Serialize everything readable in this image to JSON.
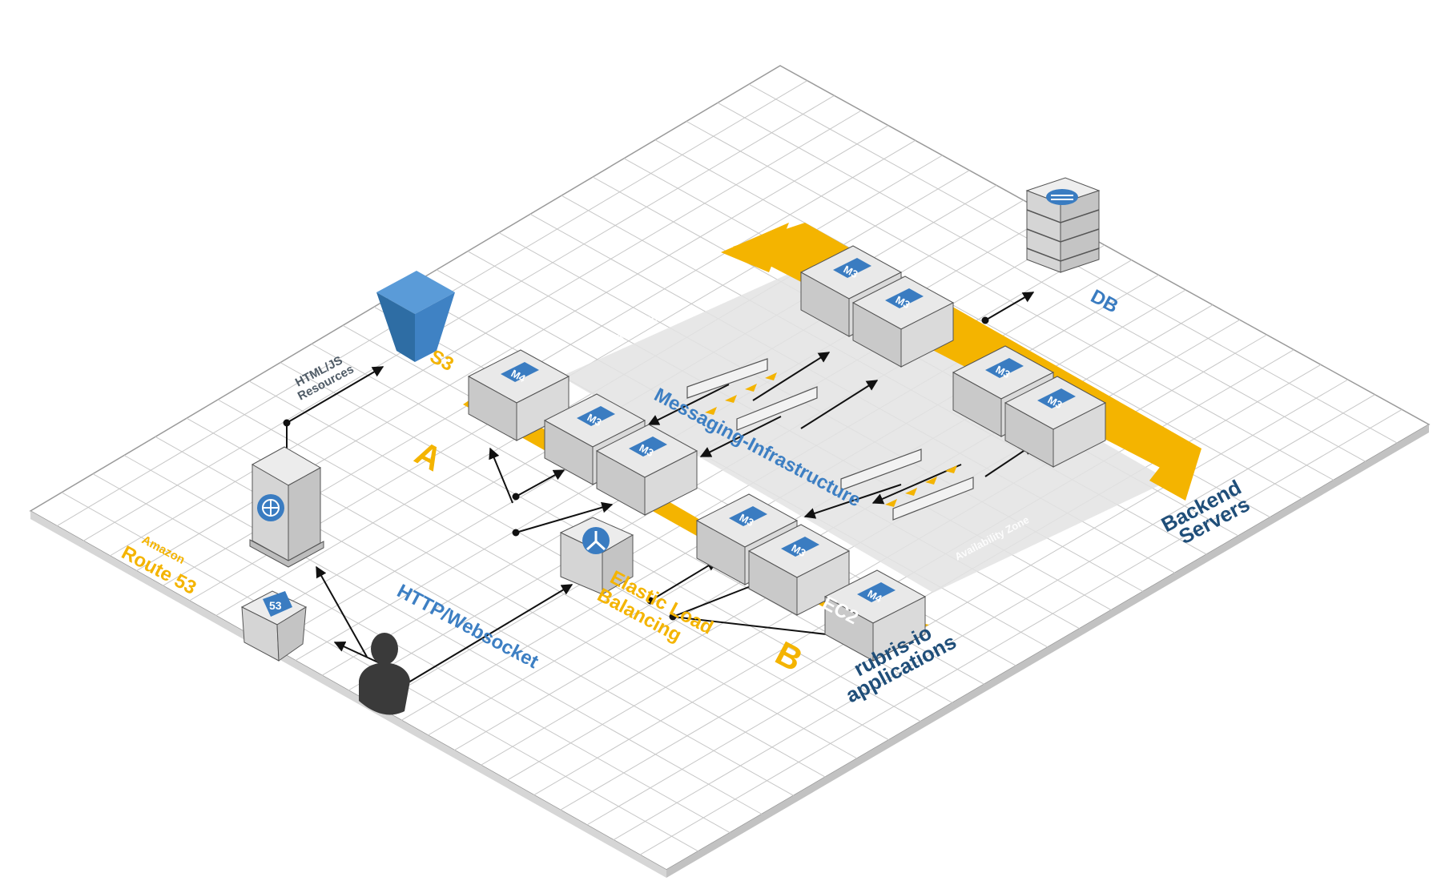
{
  "colors": {
    "accent_orange": "#f4b400",
    "brand_blue": "#3a7cc1",
    "dark_navy": "#1f4e79",
    "label_blue": "#3d7fc3",
    "grid_line": "#c7c7c7",
    "box_top": "#e9e9e9",
    "box_left": "#c9c9c9",
    "box_right": "#dadada",
    "user_gray": "#3a3a3a"
  },
  "labels": {
    "s3": "S3",
    "html_js_line1": "HTML/JS",
    "html_js_line2": "Resources",
    "route53_small": "Amazon",
    "route53_big": "Route 53",
    "route53_badge": "53",
    "http_websocket": "HTTP/Websocket",
    "elb_line1": "Elastic Load",
    "elb_line2": "Balancing",
    "zone_a": "A",
    "zone_b": "B",
    "ec2": "EC2",
    "rubris_line1": "rubris-io",
    "rubris_line2": "applications",
    "messaging": "Messaging-Infrastructure",
    "backend_line1": "Backend",
    "backend_line2": "Servers",
    "db": "DB",
    "availability_zone": "Availability Zone"
  },
  "instances": {
    "m4": "M4",
    "m3": "M3"
  },
  "icons": [
    "s3-bucket-icon",
    "web-server-icon",
    "globe-icon",
    "route53-icon",
    "elb-icon",
    "user-icon",
    "database-icon"
  ]
}
